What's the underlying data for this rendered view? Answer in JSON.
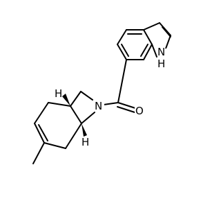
{
  "molecule": {
    "atoms": [
      {
        "id": "nh_n",
        "symbol": "N"
      },
      {
        "id": "nh_h",
        "symbol": "H"
      },
      {
        "id": "amide_n",
        "symbol": "N"
      },
      {
        "id": "carbonyl_o",
        "symbol": "O"
      },
      {
        "id": "stereo_h_top",
        "symbol": "H"
      },
      {
        "id": "stereo_h_bottom",
        "symbol": "H"
      }
    ],
    "colors": {
      "bond": "#000000",
      "label": "#000000",
      "background": "#ffffff"
    }
  }
}
